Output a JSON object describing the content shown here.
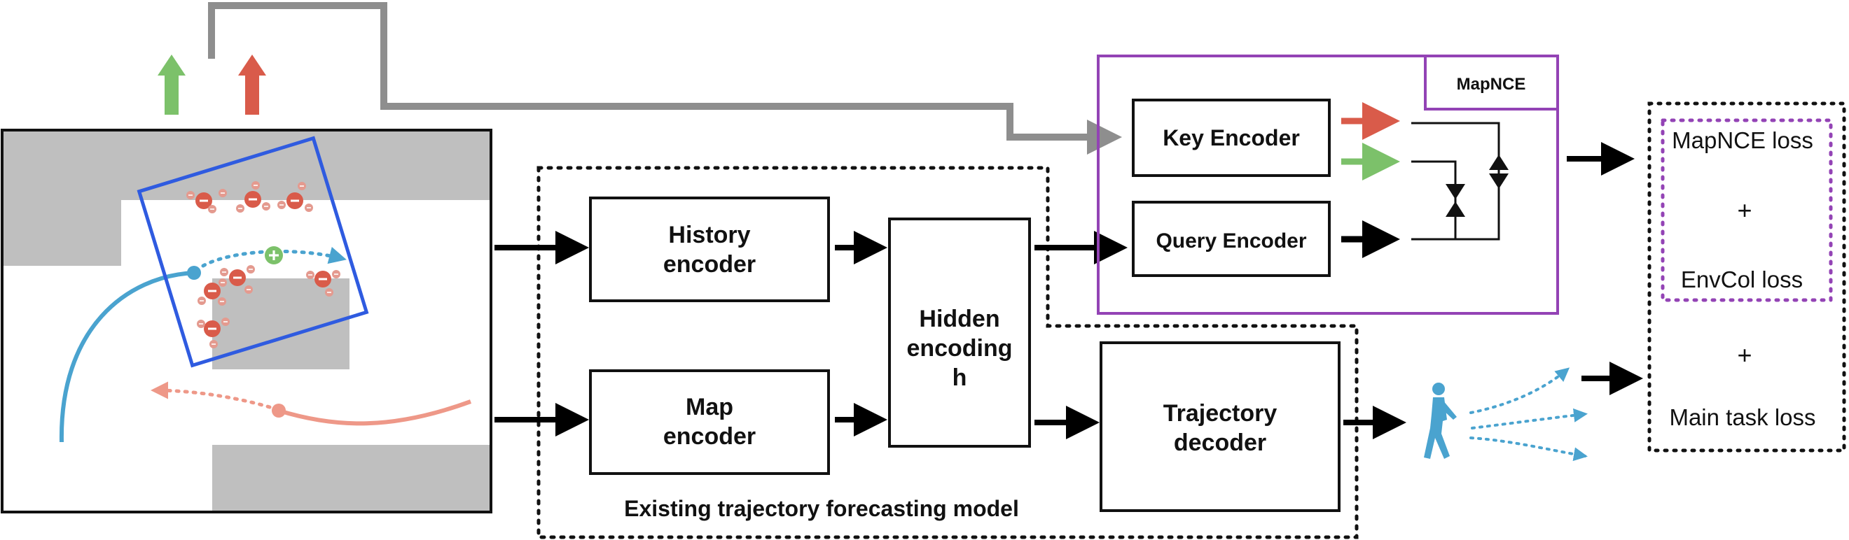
{
  "colors": {
    "green": "#7cc16a",
    "red": "#d95b4a",
    "blue_box": "#2f5be0",
    "trajectory_blue": "#4aa3cf",
    "trajectory_salmon": "#ee9888",
    "purple": "#9343b5",
    "gray": "#8e8e8e",
    "obstacle": "#bfbfbf"
  },
  "blocks": {
    "history_encoder": [
      "History",
      "encoder"
    ],
    "map_encoder": [
      "Map",
      "encoder"
    ],
    "hidden_encoding": [
      "Hidden",
      "encoding",
      "h"
    ],
    "trajectory_decoder": [
      "Trajectory",
      "decoder"
    ],
    "key_encoder": "Key Encoder",
    "query_encoder": "Query Encoder",
    "mapnce_title": "MapNCE"
  },
  "region_labels": {
    "existing_model": "Existing trajectory forecasting model"
  },
  "losses": {
    "mapnce": "MapNCE loss",
    "plus_1": "+",
    "envcol": "EnvCol loss",
    "plus_2": "+",
    "main_task": "Main task loss"
  },
  "icons": {
    "pedestrian": "walking-person-icon",
    "positive_sample": "plus-circle-icon",
    "negative_sample": "minus-circle-icon"
  }
}
